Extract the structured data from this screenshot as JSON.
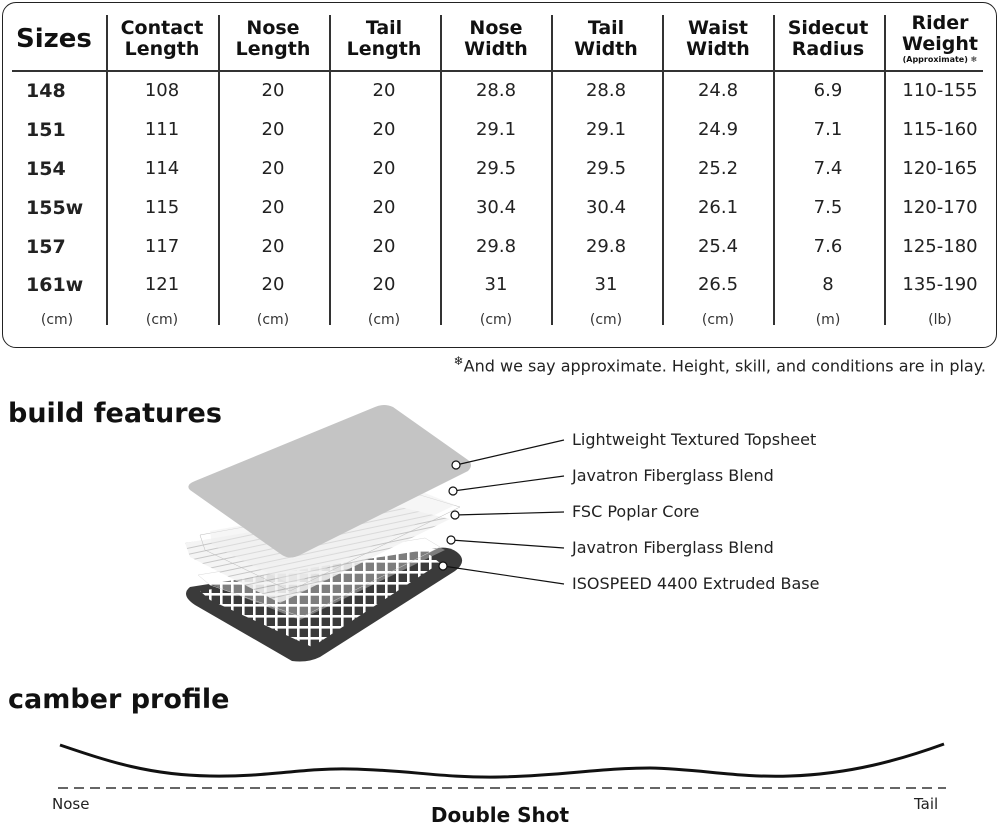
{
  "table": {
    "headers": [
      {
        "line1": "Sizes",
        "line2": "",
        "sub": ""
      },
      {
        "line1": "Contact",
        "line2": "Length",
        "sub": ""
      },
      {
        "line1": "Nose",
        "line2": "Length",
        "sub": ""
      },
      {
        "line1": "Tail",
        "line2": "Length",
        "sub": ""
      },
      {
        "line1": "Nose",
        "line2": "Width",
        "sub": ""
      },
      {
        "line1": "Tail",
        "line2": "Width",
        "sub": ""
      },
      {
        "line1": "Waist",
        "line2": "Width",
        "sub": ""
      },
      {
        "line1": "Sidecut",
        "line2": "Radius",
        "sub": ""
      },
      {
        "line1": "Rider",
        "line2": "Weight",
        "sub": "(Approximate)"
      }
    ],
    "rows": [
      [
        "148",
        "108",
        "20",
        "20",
        "28.8",
        "28.8",
        "24.8",
        "6.9",
        "110-155"
      ],
      [
        "151",
        "111",
        "20",
        "20",
        "29.1",
        "29.1",
        "24.9",
        "7.1",
        "115-160"
      ],
      [
        "154",
        "114",
        "20",
        "20",
        "29.5",
        "29.5",
        "25.2",
        "7.4",
        "120-165"
      ],
      [
        "155w",
        "115",
        "20",
        "20",
        "30.4",
        "30.4",
        "26.1",
        "7.5",
        "120-170"
      ],
      [
        "157",
        "117",
        "20",
        "20",
        "29.8",
        "29.8",
        "25.4",
        "7.6",
        "125-180"
      ],
      [
        "161w",
        "121",
        "20",
        "20",
        "31",
        "31",
        "26.5",
        "8",
        "135-190"
      ]
    ],
    "units": [
      "(cm)",
      "(cm)",
      "(cm)",
      "(cm)",
      "(cm)",
      "(cm)",
      "(cm)",
      "(m)",
      "(lb)"
    ],
    "footnote": "And we say approximate. Height, skill, and conditions are in play."
  },
  "build": {
    "title": "build features",
    "layers": [
      "Lightweight Textured Topsheet",
      "Javatron Fiberglass Blend",
      "FSC Poplar Core",
      "Javatron Fiberglass Blend",
      "ISOSPEED 4400 Extruded Base"
    ]
  },
  "camber": {
    "title": "camber profile",
    "left_label": "Nose",
    "right_label": "Tail",
    "name": "Double Shot"
  },
  "colors": {
    "topsheet": "#c4c4c4",
    "base": "#3a3a3a",
    "ink": "#111111"
  }
}
